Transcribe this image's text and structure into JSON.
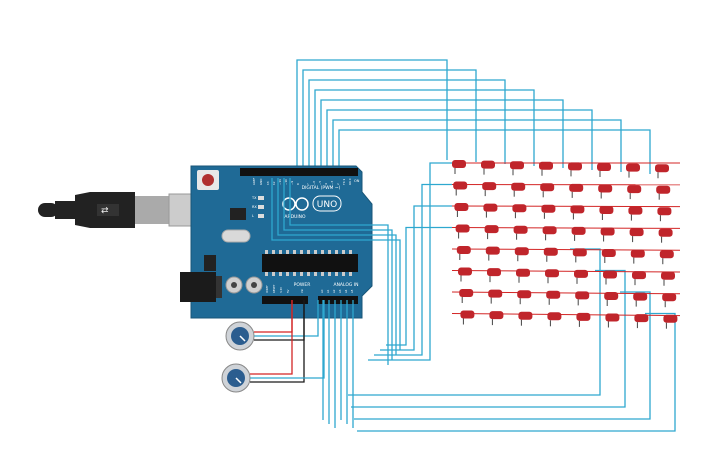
{
  "board": {
    "logo": "ARDUINO",
    "model": "UNO",
    "digital_label": "DIGITAL (PWM ~)",
    "analog_label": "ANALOG IN",
    "power_label": "POWER",
    "on_label": "ON",
    "tx_label": "TX",
    "rx_label": "RX",
    "l_label": "L",
    "aref_label": "AREF",
    "gnd_label": "GND",
    "ioref_label": "IOREF",
    "reset_label": "RESET",
    "v33_label": "3.3V",
    "v5_label": "5V",
    "vin_label": "Vin",
    "a0": "A0",
    "a1": "A1",
    "a2": "A2",
    "a3": "A3",
    "a4": "A4",
    "a5": "A5",
    "pin13": "13",
    "pin12": "12",
    "pin11": "~11",
    "pin10": "~10",
    "pin9": "~9",
    "pin8": "8",
    "pin7": "7",
    "pin6": "~6",
    "pin5": "~5",
    "pin4": "4",
    "pin3": "~3",
    "pin2": "2",
    "pin1": "TX 1",
    "pin0": "RX 0"
  },
  "led_matrix": {
    "rows": 8,
    "cols": 8
  },
  "potentiometers": {
    "count": 2
  },
  "colors": {
    "board": "#1f6a96",
    "wire_signal": "#2ea8cf",
    "wire_power": "#d32525",
    "wire_ground": "#1a1a1a",
    "led": "#c0252b",
    "pot_knob": "#2b5d8f"
  }
}
